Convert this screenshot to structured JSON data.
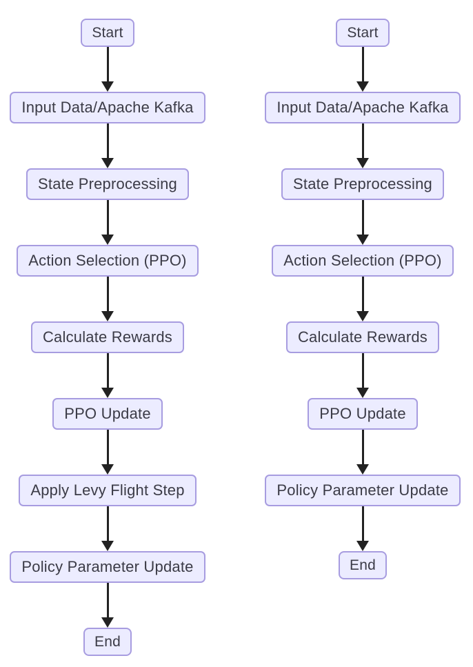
{
  "colors": {
    "background": "#ffffff",
    "node_fill": "#ECECFF",
    "node_border": "#a79ce0",
    "node_text": "#3b3b46",
    "arrow": "#222222"
  },
  "flows": [
    {
      "id": "left-pipeline",
      "nodes": [
        "Start",
        "Input Data/Apache Kafka",
        "State Preprocessing",
        "Action Selection (PPO)",
        "Calculate Rewards",
        "PPO Update",
        "Apply Levy Flight Step",
        "Policy Parameter Update",
        "End"
      ]
    },
    {
      "id": "right-pipeline",
      "nodes": [
        "Start",
        "Input Data/Apache Kafka",
        "State Preprocessing",
        "Action Selection (PPO)",
        "Calculate Rewards",
        "PPO Update",
        "Policy Parameter Update",
        "End"
      ]
    }
  ]
}
